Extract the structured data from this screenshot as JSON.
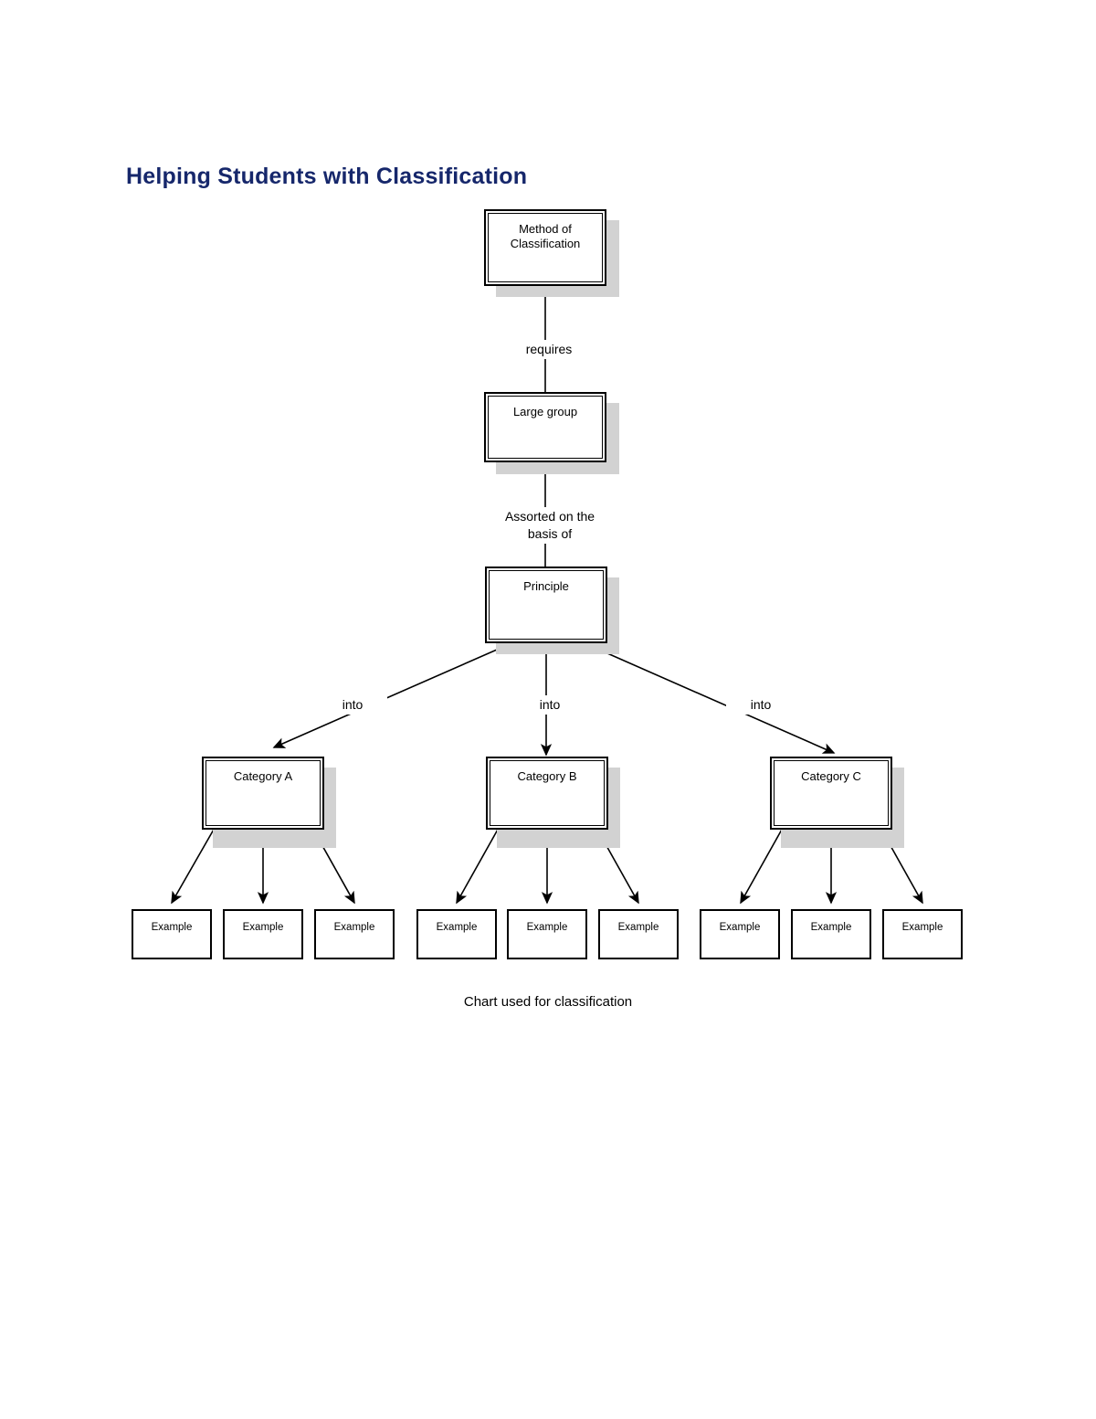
{
  "page": {
    "title": "Helping Students with Classification",
    "title_color": "#16276b",
    "background": "#ffffff",
    "caption": "Chart used for classification"
  },
  "diagram": {
    "type": "flowchart",
    "shadow_color": "#d2d2d2",
    "nodes": {
      "method": {
        "label": "Method of\nClassification"
      },
      "large_group": {
        "label": "Large group"
      },
      "principle": {
        "label": "Principle"
      },
      "category_a": {
        "label": "Category A"
      },
      "category_b": {
        "label": "Category B"
      },
      "category_c": {
        "label": "Category C"
      },
      "example_a1": {
        "label": "Example"
      },
      "example_a2": {
        "label": "Example"
      },
      "example_a3": {
        "label": "Example"
      },
      "example_b1": {
        "label": "Example"
      },
      "example_b2": {
        "label": "Example"
      },
      "example_b3": {
        "label": "Example"
      },
      "example_c1": {
        "label": "Example"
      },
      "example_c2": {
        "label": "Example"
      },
      "example_c3": {
        "label": "Example"
      }
    },
    "edge_labels": {
      "requires": "requires",
      "assorted": "Assorted on the\nbasis of",
      "into_left": "into",
      "into_center": "into",
      "into_right": "into"
    }
  }
}
